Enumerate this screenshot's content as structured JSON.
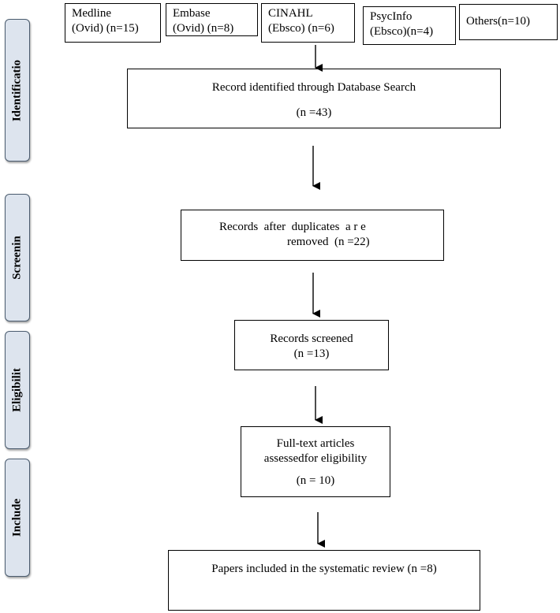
{
  "sources": [
    {
      "line1": "Medline",
      "line2": "(Ovid) (n=15)"
    },
    {
      "line1": "Embase",
      "line2": "(Ovid) (n=8)"
    },
    {
      "line1": "CINAHL",
      "line2": "(Ebsco) (n=6)"
    },
    {
      "line1": "PsycInfo",
      "line2": "(Ebsco)(n=4)"
    },
    {
      "line1": "Others(n=10)"
    }
  ],
  "stages": {
    "identification": "Identificatio",
    "screening": "Screenin",
    "eligibility": "Eligibilit",
    "included": "Include"
  },
  "boxes": {
    "identified": {
      "line1": "Record identified through Database Search",
      "line2": "(n =43)"
    },
    "duplicates": {
      "line1": "Records  after  duplicates  a r e",
      "line2": "removed  (n =22)"
    },
    "screened": {
      "line1": "Records screened",
      "line2": "(n =13)"
    },
    "fulltext": {
      "line1": "Full-text articles",
      "line2": "assessedfor eligibility",
      "line3": "(n = 10)"
    },
    "included": {
      "line1": "Papers included in the systematic review (n =8)"
    }
  }
}
